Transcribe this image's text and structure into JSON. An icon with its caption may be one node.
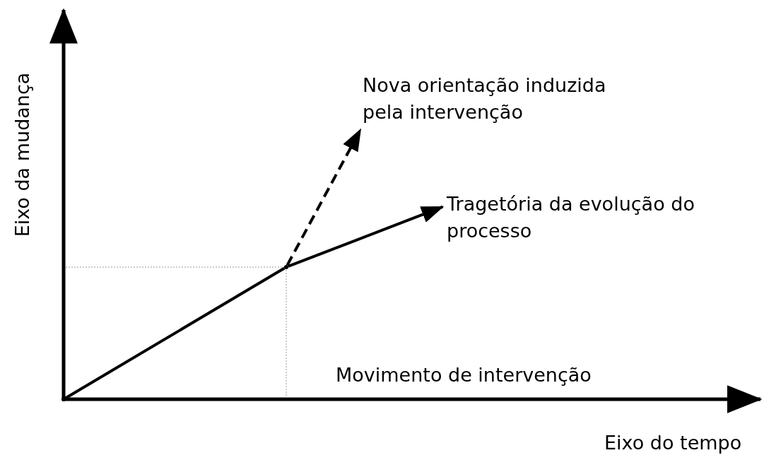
{
  "diagram": {
    "nodes": [
      {
        "text": [
          "Nova orientação induzida pela intervenção"
        ]
      },
      {
        "text": [
          "Tragetória da evolução do processo"
        ]
      },
      {
        "text": [],
        "shape": "point"
      },
      {
        "text": [],
        "shape": "point"
      }
    ],
    "edges": [
      {
        "from": 2,
        "to": 0,
        "arrow": "to",
        "style": "dashed"
      },
      {
        "from": 2,
        "to": 1,
        "arrow": "to"
      },
      {
        "from": 3,
        "to": 2,
        "arrow": "none"
      }
    ],
    "labels": [
      "Eixo da mudança",
      "Movimento de intervenção",
      "Eixo do tempo"
    ]
  }
}
